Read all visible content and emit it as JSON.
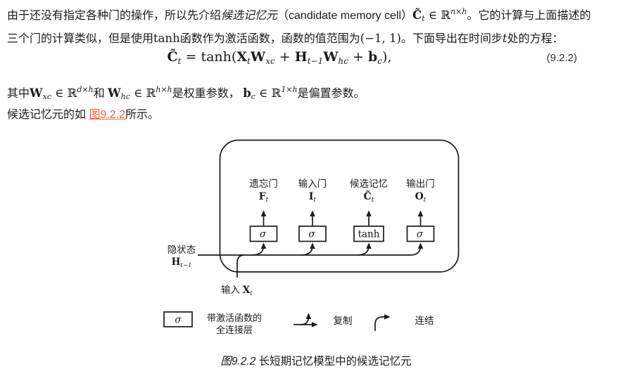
{
  "colors": {
    "box_fill": "#55aae6",
    "box_border": "#1a1a1a",
    "line": "#1a1a1a",
    "link": "#f2603d",
    "text": "#1b1b1b"
  },
  "paragraph1": {
    "line1": [
      [
        "t",
        "由于还没有指定各种门的操作，所以先介绍"
      ],
      [
        "em",
        "候选记忆元"
      ],
      [
        "t",
        "（candidate memory cell）"
      ],
      [
        "mb",
        "C̃"
      ],
      [
        "sub",
        "t"
      ],
      [
        "m",
        " ∈ ℝ"
      ],
      [
        "sup",
        "n×h"
      ],
      [
        "t",
        "。它的计算与上面描述的"
      ]
    ],
    "line2": [
      [
        "t",
        "三个门的计算类似，但是使用"
      ],
      [
        "m",
        "tanh"
      ],
      [
        "t",
        "函数作为激活函数，函数的值范围为"
      ],
      [
        "m",
        "(−1, 1)"
      ],
      [
        "t",
        "。下面导出在时间步"
      ],
      [
        "mi",
        "t"
      ],
      [
        "t",
        "处的方程："
      ]
    ]
  },
  "equation": {
    "body": [
      [
        "mb",
        "C̃"
      ],
      [
        "sub",
        "t"
      ],
      [
        "m",
        " = tanh("
      ],
      [
        "mb",
        "X"
      ],
      [
        "sub",
        "t"
      ],
      [
        "mb",
        "W"
      ],
      [
        "sub",
        "xc"
      ],
      [
        "m",
        " + "
      ],
      [
        "mb",
        "H"
      ],
      [
        "sub",
        "t−1"
      ],
      [
        "mb",
        "W"
      ],
      [
        "sub",
        "hc"
      ],
      [
        "m",
        " + "
      ],
      [
        "mb",
        "b"
      ],
      [
        "sub",
        "c"
      ],
      [
        "m",
        "),"
      ]
    ],
    "tag": "(9.2.2)"
  },
  "paragraph2": {
    "line": [
      [
        "t",
        "其中"
      ],
      [
        "mb",
        "W"
      ],
      [
        "sub",
        "xc"
      ],
      [
        "m",
        " ∈ ℝ"
      ],
      [
        "sup",
        "d×h"
      ],
      [
        "t",
        "和 "
      ],
      [
        "mb",
        "W"
      ],
      [
        "sub",
        "hc"
      ],
      [
        "m",
        " ∈ ℝ"
      ],
      [
        "sup",
        "h×h"
      ],
      [
        "t",
        "是权重参数， "
      ],
      [
        "mb",
        "b"
      ],
      [
        "sub",
        "c"
      ],
      [
        "m",
        " ∈ ℝ"
      ],
      [
        "sup",
        "1×h"
      ],
      [
        "t",
        "是偏置参数。"
      ]
    ]
  },
  "paragraph3": {
    "line": [
      [
        "t",
        "候选记忆元的如 "
      ],
      [
        "link",
        "图9.2.2"
      ],
      [
        "t",
        "所示。"
      ]
    ]
  },
  "figure": {
    "gates": [
      {
        "name": "遗忘门",
        "var": "F",
        "sub": "t",
        "op": "σ"
      },
      {
        "name": "输入门",
        "var": "I",
        "sub": "t",
        "op": "σ"
      },
      {
        "name": "候选记忆",
        "var": "C̃",
        "sub": "t",
        "op": "tanh"
      },
      {
        "name": "输出门",
        "var": "O",
        "sub": "t",
        "op": "σ"
      }
    ],
    "hidden_label": "隐状态",
    "hidden_var": "H",
    "hidden_sub": "t−1",
    "input_label": "输入 ",
    "input_var": "X",
    "input_sub": "t",
    "legend": {
      "sigma": "σ",
      "fc_line1": "带激活函数的",
      "fc_line2": "全连接层",
      "copy": "复制",
      "concat": "连结"
    },
    "caption_fig": "图9.2.2",
    "caption_text": " 长短期记忆模型中的候选记忆元"
  }
}
